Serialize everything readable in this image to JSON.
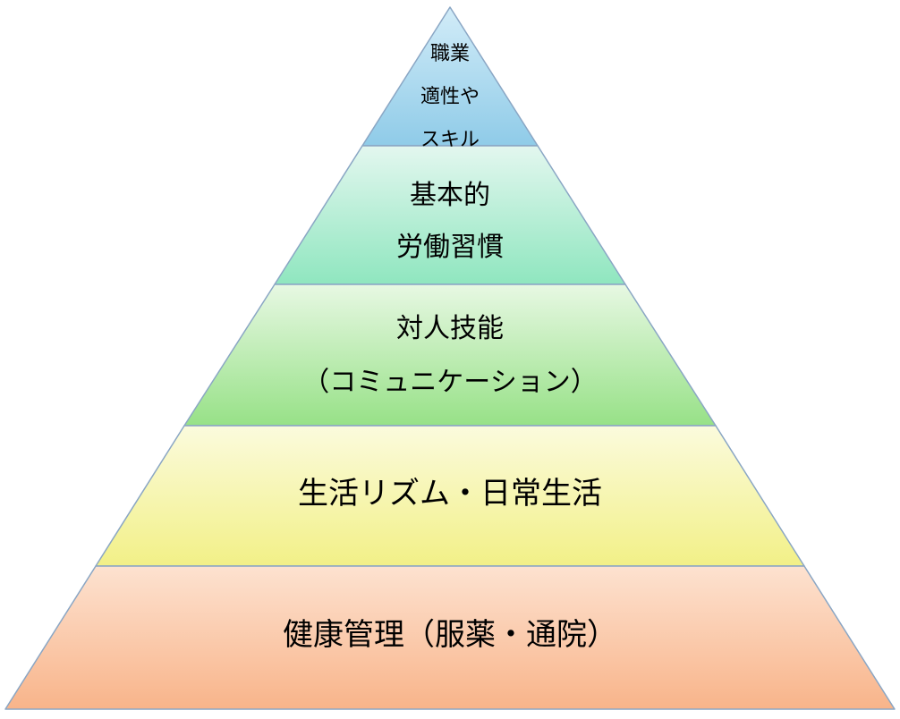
{
  "pyramid": {
    "tiers": [
      {
        "id": "skills",
        "lines": [
          "職業",
          "適性や",
          "スキル"
        ],
        "fill_top": "#d2ecf8",
        "fill_bottom": "#8fcbe8"
      },
      {
        "id": "work-habits",
        "lines": [
          "基本的",
          "労働習慣"
        ],
        "fill_top": "#e3f7ef",
        "fill_bottom": "#8fe6bf"
      },
      {
        "id": "interpersonal",
        "lines": [
          "対人技能",
          "（コミュニケーション）"
        ],
        "fill_top": "#e7f8e3",
        "fill_bottom": "#97e187"
      },
      {
        "id": "daily-life",
        "lines": [
          "生活リズム・日常生活"
        ],
        "fill_top": "#fbfbdd",
        "fill_bottom": "#f2f087"
      },
      {
        "id": "health",
        "lines": [
          "健康管理（服薬・通院）"
        ],
        "fill_top": "#fde2d0",
        "fill_bottom": "#f8b48a"
      }
    ],
    "outline_color": "#8aa6c4"
  }
}
